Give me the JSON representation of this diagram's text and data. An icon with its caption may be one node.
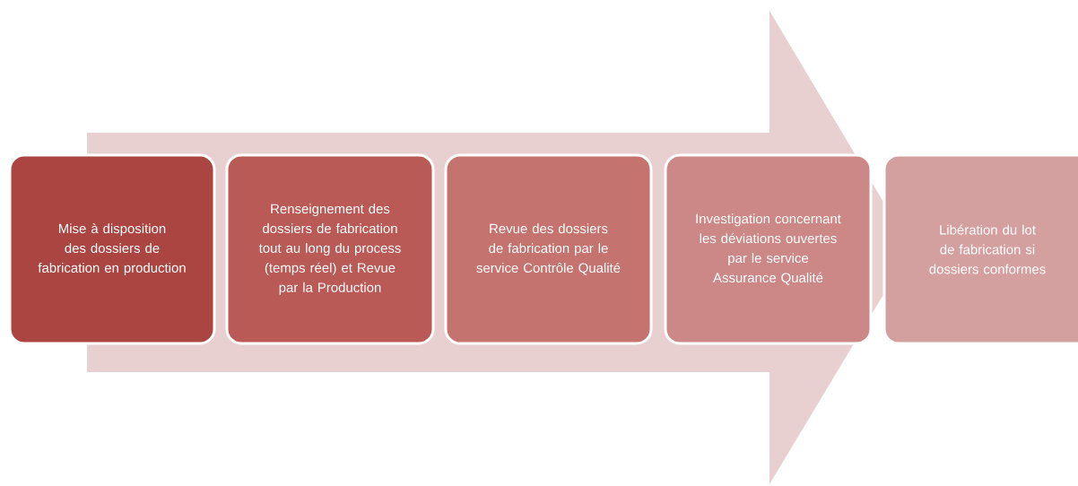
{
  "diagram": {
    "nodes": [
      {
        "text": [
          "Mise à disposition des dossiers de fabrication en production"
        ]
      },
      {
        "text": [
          "Renseignement des dossiers de fabrication tout au long du process (temps réel) et Revue par la Production"
        ]
      },
      {
        "text": [
          "Revue des dossiers de fabrication par le service Contrôle Qualité"
        ]
      },
      {
        "text": [
          "Investigation concernant les déviations ouvertes par le service Assurance Qualité"
        ]
      },
      {
        "text": [
          "Libération du lot de fabrication si dossiers conformes"
        ]
      }
    ],
    "edges": [
      {
        "from": 0,
        "to": 4,
        "arrow": "to"
      }
    ]
  }
}
